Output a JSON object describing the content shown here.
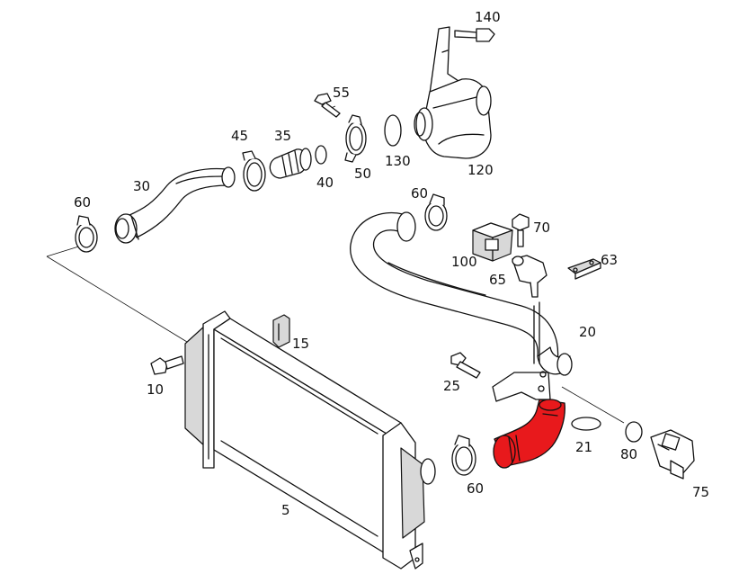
{
  "diagram": {
    "highlight_color": "#e8191c",
    "labels": [
      {
        "key": "p140",
        "text": "140"
      },
      {
        "key": "p55",
        "text": "55"
      },
      {
        "key": "p45",
        "text": "45"
      },
      {
        "key": "p35",
        "text": "35"
      },
      {
        "key": "p40",
        "text": "40"
      },
      {
        "key": "p50",
        "text": "50"
      },
      {
        "key": "p130",
        "text": "130"
      },
      {
        "key": "p120",
        "text": "120"
      },
      {
        "key": "p30",
        "text": "30"
      },
      {
        "key": "p60a",
        "text": "60"
      },
      {
        "key": "p60b",
        "text": "60"
      },
      {
        "key": "p70",
        "text": "70"
      },
      {
        "key": "p100",
        "text": "100"
      },
      {
        "key": "p63",
        "text": "63"
      },
      {
        "key": "p65",
        "text": "65"
      },
      {
        "key": "p20",
        "text": "20"
      },
      {
        "key": "p15",
        "text": "15"
      },
      {
        "key": "p10",
        "text": "10"
      },
      {
        "key": "p25",
        "text": "25"
      },
      {
        "key": "p21",
        "text": "21"
      },
      {
        "key": "p80",
        "text": "80"
      },
      {
        "key": "p75",
        "text": "75"
      },
      {
        "key": "p60c",
        "text": "60"
      },
      {
        "key": "p5",
        "text": "5"
      }
    ]
  }
}
